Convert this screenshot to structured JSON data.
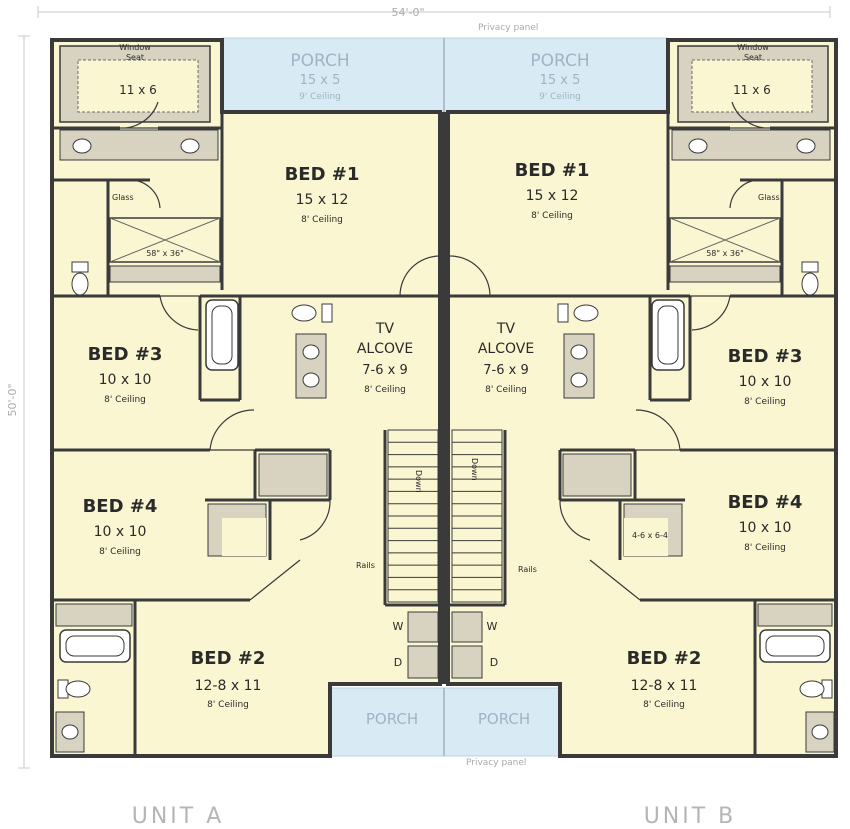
{
  "overall": {
    "width_label": "54'-0\"",
    "depth_label": "50'-0\"",
    "privacy_top": "Privacy panel",
    "privacy_bottom": "Privacy panel"
  },
  "units": {
    "a": "UNIT A",
    "b": "UNIT B"
  },
  "porch_top_a": {
    "name": "PORCH",
    "dim": "15 x 5",
    "ceiling": "9' Ceiling"
  },
  "porch_top_b": {
    "name": "PORCH",
    "dim": "15 x 5",
    "ceiling": "9' Ceiling"
  },
  "porch_bottom_a": {
    "name": "PORCH"
  },
  "porch_bottom_b": {
    "name": "PORCH"
  },
  "unit_a": {
    "window_seat": "Window Seat",
    "window_seat_l1": "Window",
    "window_seat_l2": "Seat",
    "closet": "11 x 6",
    "bed1": {
      "name": "BED #1",
      "dim": "15 x 12",
      "ceiling": "8' Ceiling"
    },
    "glass": "Glass",
    "shower": "58\" x 36\"",
    "tv": {
      "name1": "TV",
      "name2": "ALCOVE",
      "dim": "7-6 x 9",
      "ceiling": "8' Ceiling"
    },
    "bed3": {
      "name": "BED #3",
      "dim": "10 x 10",
      "ceiling": "8' Ceiling"
    },
    "bed4": {
      "name": "BED #4",
      "dim": "10 x 10",
      "ceiling": "8' Ceiling"
    },
    "bed2": {
      "name": "BED #2",
      "dim": "12-8 x 11",
      "ceiling": "8' Ceiling"
    },
    "down": "Down",
    "rails": "Rails",
    "washer": "W",
    "dryer": "D"
  },
  "unit_b": {
    "window_seat_l1": "Window",
    "window_seat_l2": "Seat",
    "closet": "11 x 6",
    "bed1": {
      "name": "BED #1",
      "dim": "15 x 12",
      "ceiling": "8' Ceiling"
    },
    "glass": "Glass",
    "shower": "58\" x 36\"",
    "tv": {
      "name1": "TV",
      "name2": "ALCOVE",
      "dim": "7-6 x 9",
      "ceiling": "8' Ceiling"
    },
    "bed3": {
      "name": "BED #3",
      "dim": "10 x 10",
      "ceiling": "8' Ceiling"
    },
    "bed4": {
      "name": "BED #4",
      "dim": "10 x 10",
      "ceiling": "8' Ceiling"
    },
    "closet2": "4-6 x 6-4",
    "bed2": {
      "name": "BED #2",
      "dim": "12-8 x 11",
      "ceiling": "8' Ceiling"
    },
    "down": "Down",
    "rails": "Rails",
    "washer": "W",
    "dryer": "D"
  },
  "colors": {
    "floor": "#fbf6d2",
    "wall": "#3a3a3a",
    "porch": "#d8eaf4",
    "counter": "#d7d3c0"
  }
}
